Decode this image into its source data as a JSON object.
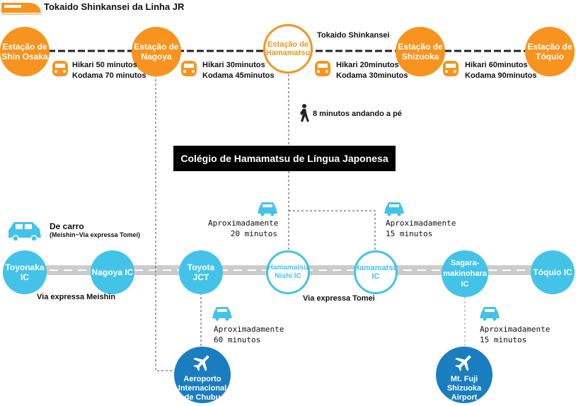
{
  "header": {
    "title": "Tokaido Shinkansei da Linha JR",
    "icon": "shinkansen-icon"
  },
  "rail": {
    "line_label": "Tokaido Shinkansei",
    "stations": [
      "Estação de Shin Osaka",
      "Estação de Nagoya",
      "Estação de Hamamatsu",
      "Estação de Shizuoka",
      "Estação de Tóquio"
    ],
    "segments": [
      {
        "hikari": "Hikari 50 minutos",
        "kodama": "Kodama 70 minutos"
      },
      {
        "hikari": "Hikari 30minutos",
        "kodama": "Kodama 45minutos"
      },
      {
        "hikari": "Hikari 20minutos",
        "kodama": "Kodama 30minutos"
      },
      {
        "hikari": "Hikari 60minutos",
        "kodama": "Kodama 90minutos"
      }
    ],
    "walk": "8 minutos andando a pé"
  },
  "school": "Colégio de Hamamatsu de Língua Japonesa",
  "road": {
    "car_title": "De carro",
    "car_subtitle": "(Meishin~Via expressa Tomei)",
    "interchanges": [
      "Toyonaka IC",
      "Nagoya IC",
      "Toyota JCT",
      "Hamamatsu Nishi IC",
      "Hamamatsu IC",
      "Sagara-makinohara IC",
      "Tóquio IC"
    ],
    "meishin_label": "Via expressa Meishin",
    "tomei_label": "Via expressa Tomei",
    "times": {
      "nishi": [
        "Aproximadamente",
        "20 minutos"
      ],
      "hamamatsu": [
        "Aproximadamente",
        "15 minutos"
      ],
      "toyota": [
        "Aproximadamente",
        "60 minutos"
      ],
      "sagara": [
        "Aproximadamente",
        "15 minutos"
      ]
    }
  },
  "airports": {
    "chubu": "Aeroporto Internacional de Chubu",
    "fuji": "Mt. Fuji Shizuoka Airport"
  },
  "colors": {
    "orange": "#f7931e",
    "blue": "#43c3e8",
    "dark_blue": "#1a7dc0",
    "road": "#cccccc"
  }
}
